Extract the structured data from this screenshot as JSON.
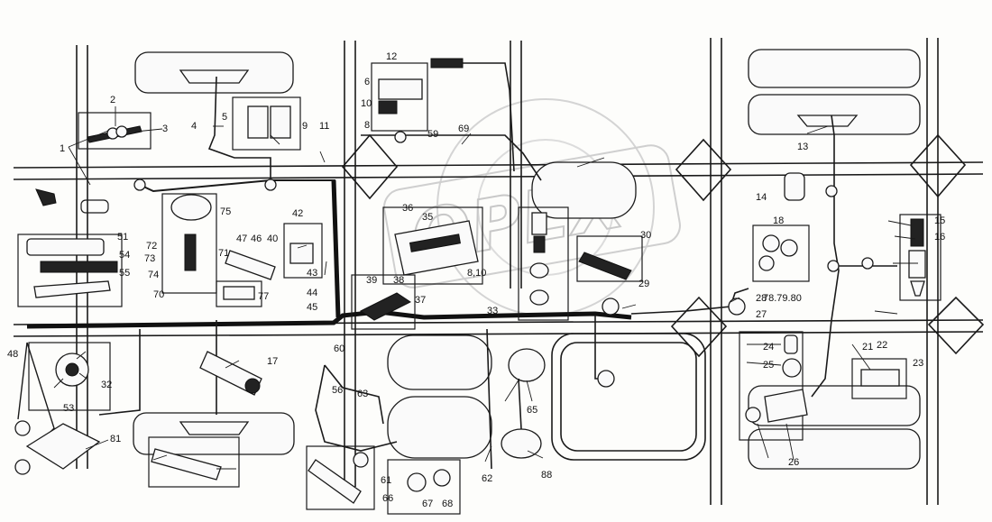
{
  "diagram": {
    "watermark_text": "OPEX",
    "callouts": [
      {
        "id": "c1",
        "text": "1"
      },
      {
        "id": "c2",
        "text": "2"
      },
      {
        "id": "c3",
        "text": "3"
      },
      {
        "id": "c4a",
        "text": "4"
      },
      {
        "id": "c5",
        "text": "5"
      },
      {
        "id": "c6",
        "text": "6"
      },
      {
        "id": "c8",
        "text": "8"
      },
      {
        "id": "c9",
        "text": "9"
      },
      {
        "id": "c10",
        "text": "10"
      },
      {
        "id": "c11",
        "text": "11"
      },
      {
        "id": "c12",
        "text": "12"
      },
      {
        "id": "c13",
        "text": "13"
      },
      {
        "id": "c14",
        "text": "14"
      },
      {
        "id": "c15",
        "text": "15"
      },
      {
        "id": "c16",
        "text": "16"
      },
      {
        "id": "c17",
        "text": "17"
      },
      {
        "id": "c18",
        "text": "18"
      },
      {
        "id": "c21",
        "text": "21"
      },
      {
        "id": "c22",
        "text": "22"
      },
      {
        "id": "c23",
        "text": "23"
      },
      {
        "id": "c24",
        "text": "24"
      },
      {
        "id": "c25",
        "text": "25"
      },
      {
        "id": "c26",
        "text": "26"
      },
      {
        "id": "c27",
        "text": "27"
      },
      {
        "id": "c28",
        "text": "28"
      },
      {
        "id": "c29",
        "text": "29"
      },
      {
        "id": "c30",
        "text": "30"
      },
      {
        "id": "c32",
        "text": "32"
      },
      {
        "id": "c33",
        "text": "33"
      },
      {
        "id": "c35",
        "text": "35"
      },
      {
        "id": "c36",
        "text": "36"
      },
      {
        "id": "c37",
        "text": "37"
      },
      {
        "id": "c38",
        "text": "38"
      },
      {
        "id": "c39",
        "text": "39"
      },
      {
        "id": "c40",
        "text": "40"
      },
      {
        "id": "c42",
        "text": "42"
      },
      {
        "id": "c43",
        "text": "43"
      },
      {
        "id": "c44",
        "text": "44"
      },
      {
        "id": "c45",
        "text": "45"
      },
      {
        "id": "c46",
        "text": "46"
      },
      {
        "id": "c47",
        "text": "47"
      },
      {
        "id": "c48",
        "text": "48"
      },
      {
        "id": "c51",
        "text": "51"
      },
      {
        "id": "c53",
        "text": "53"
      },
      {
        "id": "c54",
        "text": "54"
      },
      {
        "id": "c55",
        "text": "55"
      },
      {
        "id": "c56",
        "text": "56"
      },
      {
        "id": "c59",
        "text": "59"
      },
      {
        "id": "c60",
        "text": "60"
      },
      {
        "id": "c61",
        "text": "61"
      },
      {
        "id": "c62",
        "text": "62"
      },
      {
        "id": "c63",
        "text": "63"
      },
      {
        "id": "c65",
        "text": "65"
      },
      {
        "id": "c66",
        "text": "66"
      },
      {
        "id": "c67",
        "text": "67"
      },
      {
        "id": "c68",
        "text": "68"
      },
      {
        "id": "c69",
        "text": "69"
      },
      {
        "id": "c70",
        "text": "70"
      },
      {
        "id": "c71",
        "text": "71"
      },
      {
        "id": "c72",
        "text": "72"
      },
      {
        "id": "c73",
        "text": "73"
      },
      {
        "id": "c74",
        "text": "74"
      },
      {
        "id": "c75",
        "text": "75"
      },
      {
        "id": "c77",
        "text": "77"
      },
      {
        "id": "c81",
        "text": "81"
      },
      {
        "id": "c88",
        "text": "88"
      },
      {
        "id": "c7880",
        "text": "78.79.80"
      },
      {
        "id": "c810",
        "text": "8,10"
      }
    ]
  }
}
